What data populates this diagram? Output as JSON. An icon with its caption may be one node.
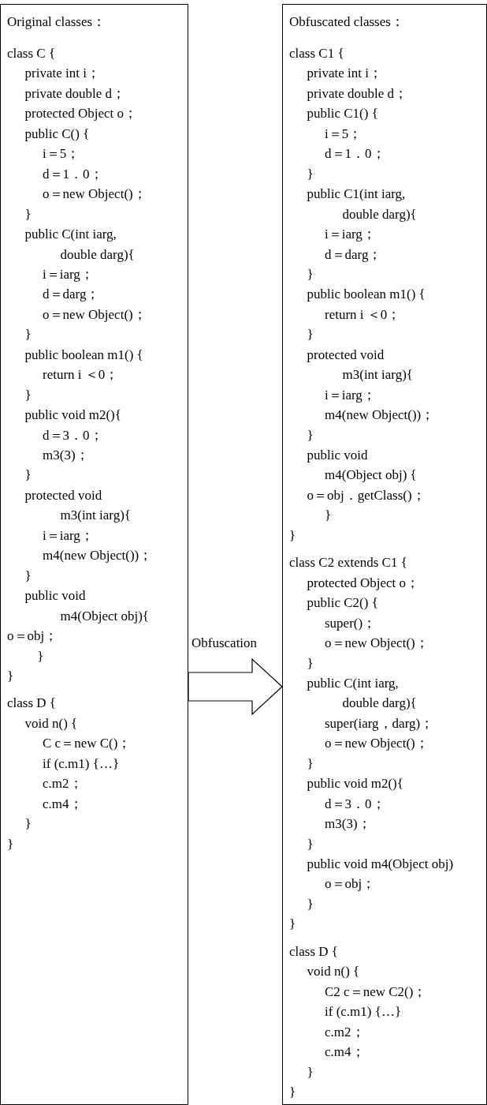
{
  "diagram": {
    "nodes": [
      {
        "text": [
          "Original classes：",
          "class C {",
          "private int i；",
          "private double d；",
          "protected Object o；",
          "public C() {",
          "i＝5；",
          "d＝1．0；",
          "o＝new Object()；",
          "}",
          "public C(int iarg,",
          "double darg){",
          "i＝iarg；",
          "d＝darg；",
          "o＝new Object()；",
          "}",
          "public boolean m1() {",
          "return i ＜0；",
          "}",
          "public void m2(){",
          "d＝3．0；",
          "m3(3)；",
          "}",
          "protected void",
          "m3(int iarg){",
          "i＝iarg；",
          "m4(new Object())；",
          "}",
          "public void",
          "m4(Object obj){",
          "o＝obj；",
          "}",
          "}",
          "class D {",
          "void n() {",
          "C c＝new C()；",
          "if (c.m1) {…}",
          "c.m2；",
          "c.m4；",
          "}",
          "}"
        ]
      },
      {
        "text": [
          "Obfuscated classes：",
          "class C1 {",
          "private int i；",
          "private double d；",
          "public C1() {",
          "i＝5；",
          "d＝1．0；",
          "}",
          "public C1(int iarg,",
          "double darg){",
          "i＝iarg；",
          "d＝darg；",
          "}",
          "public boolean m1() {",
          "return i ＜0；",
          "}",
          "protected void",
          "m3(int iarg){",
          "i＝iarg；",
          "m4(new Object())；",
          "}",
          "public void",
          "m4(Object obj) {",
          "o＝obj．getClass()；",
          "}",
          "}",
          "class C2 extends C1 {",
          "protected Object o；",
          "public C2() {",
          "super()；",
          "o＝new Object()；",
          "}",
          "public C(int iarg,",
          "double darg){",
          "super(iarg，darg)；",
          "o＝new Object()；",
          "}",
          "public void m2(){",
          "d＝3．0；",
          "m3(3)；",
          "}",
          "public void m4(Object obj)",
          "o＝obj；",
          "}",
          "}",
          "class D {",
          "void n() {",
          "C2 c＝new C2()；",
          "if (c.m1) {…}",
          "c.m2；",
          "c.m4；",
          "}",
          "}"
        ]
      }
    ],
    "edges": [
      {
        "from": 0,
        "to": 1,
        "arrow": "to",
        "label": "Obfuscation"
      }
    ]
  }
}
